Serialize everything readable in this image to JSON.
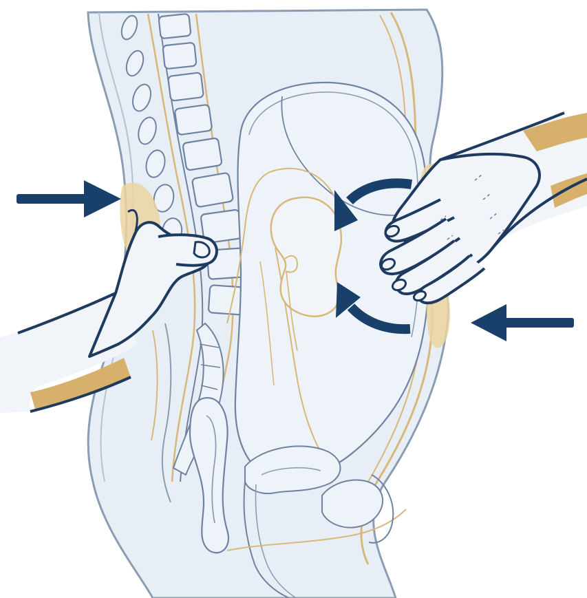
{
  "figure": {
    "subject": "bimanual-palpation-of-kidney",
    "view": "sagittal-cross-section-torso",
    "arrow_count": 4,
    "colors": {
      "background": "#ffffff",
      "body_fill": "#e7eef6",
      "body_fill_light": "#eef3f9",
      "outline": "#1e3a5f",
      "soft_outline": "#8b9db3",
      "spine_line": "#6f82a0",
      "organ_line": "#d8b878",
      "tan": "#d7b16c",
      "tan_light": "#ecd3a0",
      "arrow": "#18406b",
      "skin": "#f1f5fa"
    },
    "icons": {
      "back_arrow": "right-arrow-icon",
      "front_arrow": "left-arrow-icon",
      "upper_curved_arrow": "curved-arrow-icon",
      "lower_curved_arrow": "curved-arrow-icon"
    }
  }
}
